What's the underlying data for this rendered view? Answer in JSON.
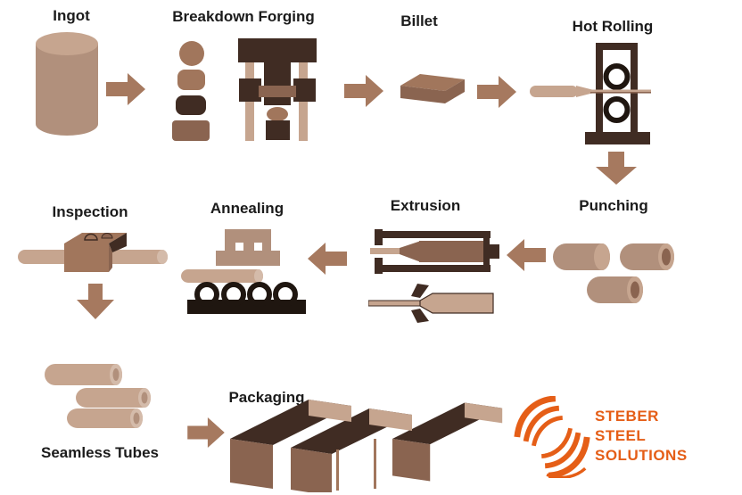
{
  "steps": [
    {
      "name": "ingot",
      "label": "Ingot"
    },
    {
      "name": "breakdown_forging",
      "label": "Breakdown Forging"
    },
    {
      "name": "billet",
      "label": "Billet"
    },
    {
      "name": "hot_rolling",
      "label": "Hot Rolling"
    },
    {
      "name": "punching",
      "label": "Punching"
    },
    {
      "name": "extrusion",
      "label": "Extrusion"
    },
    {
      "name": "annealing",
      "label": "Annealing"
    },
    {
      "name": "inspection",
      "label": "Inspection"
    },
    {
      "name": "seamless_tubes",
      "label": "Seamless Tubes"
    },
    {
      "name": "packaging",
      "label": "Packaging"
    }
  ],
  "flow_order": [
    "Ingot",
    "Breakdown Forging",
    "Billet",
    "Hot Rolling",
    "Punching",
    "Extrusion",
    "Annealing",
    "Inspection",
    "Seamless Tubes",
    "Packaging"
  ],
  "logo": {
    "lines": [
      "STEBER",
      "STEEL",
      "SOLUTIONS"
    ]
  },
  "colors": {
    "text": "#1b1b1b",
    "orange": "#e55e17",
    "tanL": "#c6a58f",
    "tanXL": "#d4bbaa",
    "tan": "#b1907c",
    "arrow": "#a6795f",
    "brown": "#a1765c",
    "brownM": "#8a6450",
    "dark": "#402c23",
    "black": "#1f1610",
    "white": "#ffffff"
  }
}
